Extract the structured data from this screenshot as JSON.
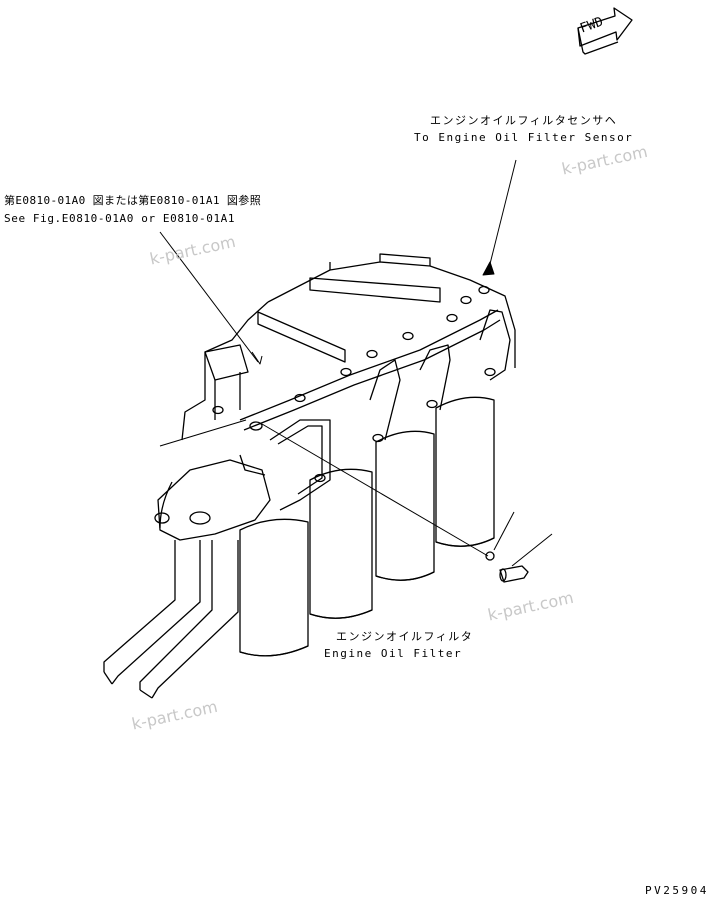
{
  "callouts": {
    "sensor_jp": "エンジンオイルフィルタセンサヘ",
    "sensor_en": "To Engine Oil Filter Sensor",
    "fig_jp": "第E0810-01A0 図または第E0810-01A1 図参照",
    "fig_en": "See Fig.E0810-01A0 or E0810-01A1",
    "filter_jp": "エンジンオイルフィルタ",
    "filter_en": "Engine Oil Filter"
  },
  "fwd_label": "FWD",
  "part_number": "PV25904",
  "watermark": "k-part.com"
}
